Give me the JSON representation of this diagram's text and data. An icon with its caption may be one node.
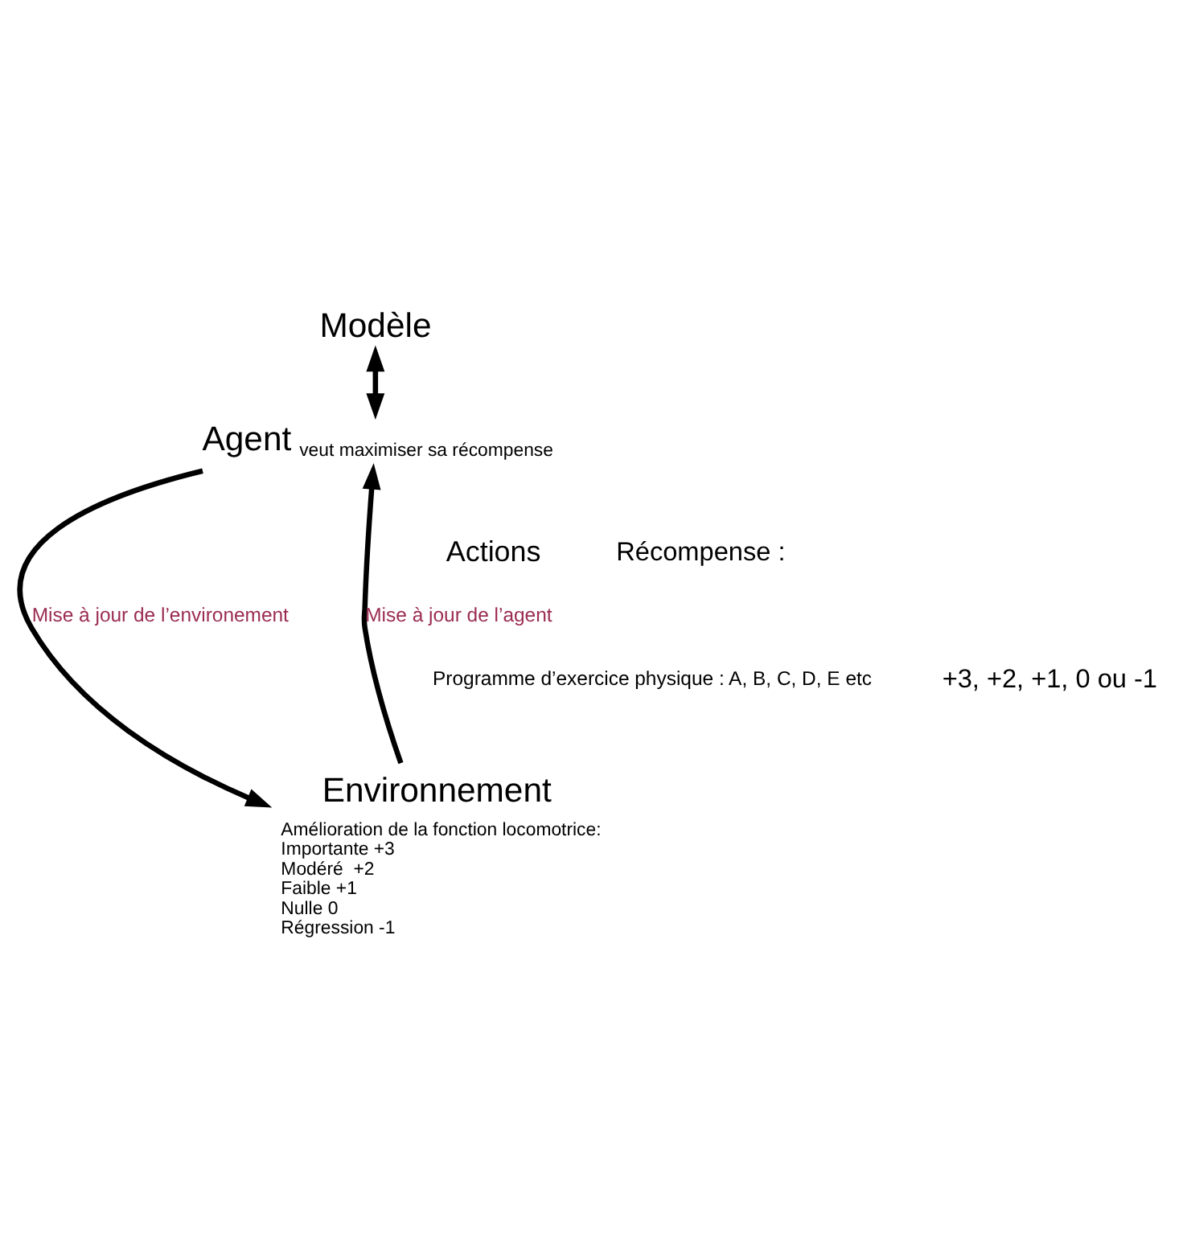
{
  "diagram": {
    "nodes": [
      {
        "text": [
          "Modèle"
        ]
      },
      {
        "text": [
          "Agent"
        ],
        "beside": [
          "veut maximiser sa récompense"
        ]
      },
      {
        "text": [
          "Environnement"
        ],
        "beside": [
          "Amélioration de la fonction locomotrice:",
          "Importante +3",
          "Modéré  +2",
          "Faible +1",
          "Nulle 0",
          "Régression -1"
        ]
      }
    ],
    "edges": [
      {
        "from": 0,
        "to": 1,
        "arrow": "both"
      },
      {
        "from": 1,
        "to": 2,
        "arrow": "to",
        "label": "Mise à jour de l’environement"
      },
      {
        "from": 2,
        "to": 1,
        "arrow": "to",
        "label": "Mise à jour de l’agent"
      }
    ],
    "labels": [
      "Actions",
      "Programme d’exercice physique : A, B, C, D, E etc",
      "Récompense :",
      "+3, +2, +1, 0 ou -1"
    ]
  }
}
